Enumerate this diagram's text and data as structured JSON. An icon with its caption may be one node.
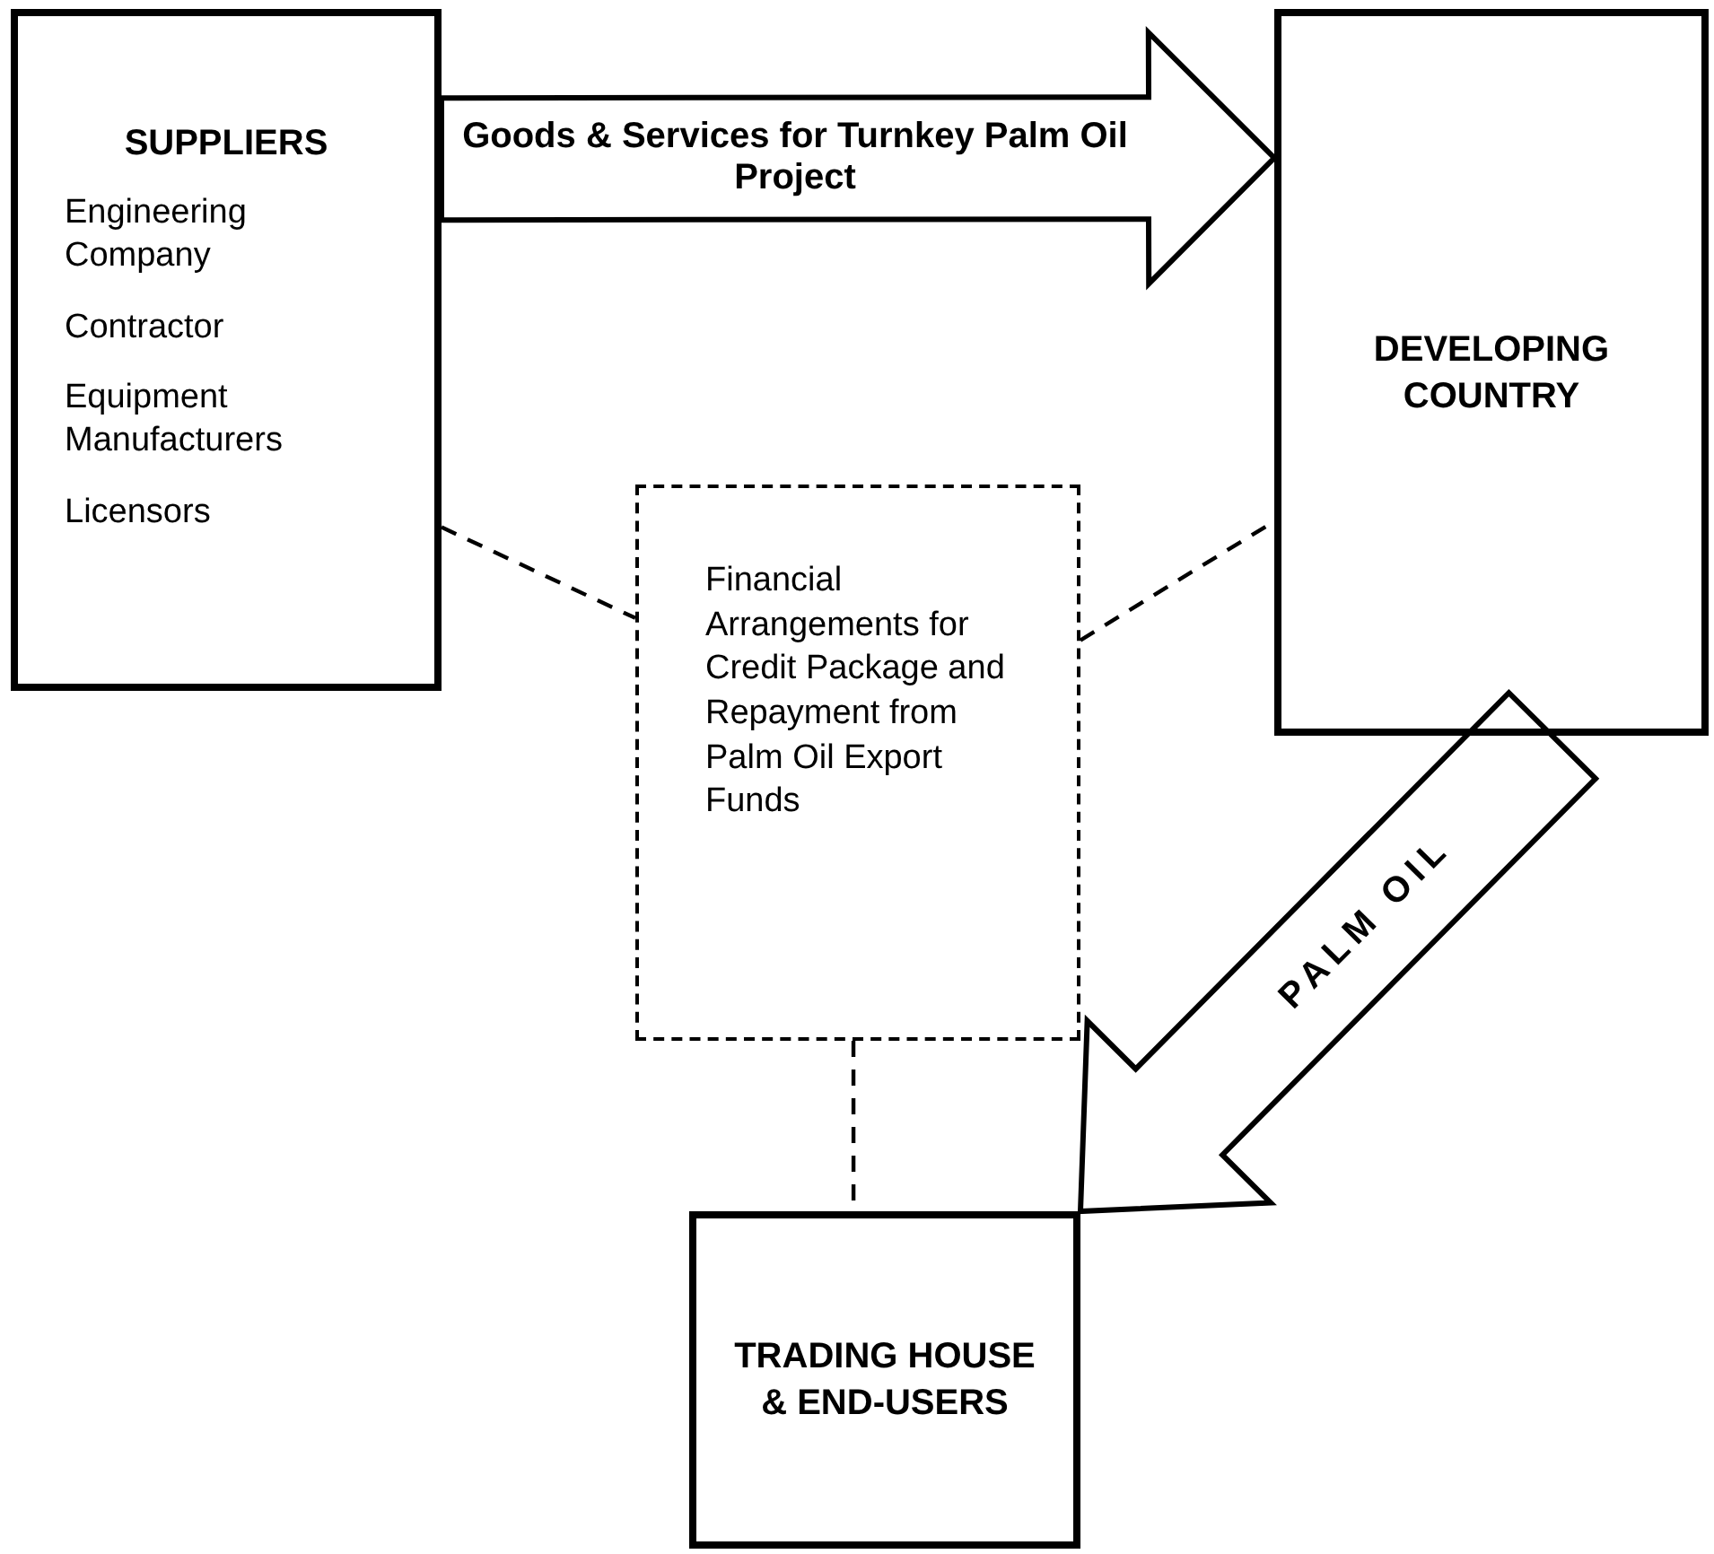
{
  "diagram": {
    "nodes": [
      {
        "text": [
          "SUPPLIERS",
          "Engineering Company",
          "Contractor",
          "Equipment Manufacturers",
          "Licensors"
        ]
      },
      {
        "text": [
          "DEVELOPING COUNTRY"
        ]
      },
      {
        "text": [
          "Financial Arrangements for Credit Package and Repayment from Palm Oil Export Funds"
        ]
      },
      {
        "text": [
          "TRADING HOUSE & END-USERS"
        ]
      }
    ],
    "edges": [
      {
        "from": 0,
        "to": 1,
        "arrow": "to",
        "label": "Goods & Services for Turnkey Palm Oil Project",
        "style": "thick"
      },
      {
        "from": 1,
        "to": 3,
        "arrow": "to",
        "label": "PALM OIL",
        "style": "thick"
      },
      {
        "from": 0,
        "to": 2,
        "arrow": "none",
        "style": "dashed"
      },
      {
        "from": 2,
        "to": 1,
        "arrow": "none",
        "style": "dashed"
      },
      {
        "from": 2,
        "to": 3,
        "arrow": "none",
        "style": "dashed"
      }
    ]
  }
}
